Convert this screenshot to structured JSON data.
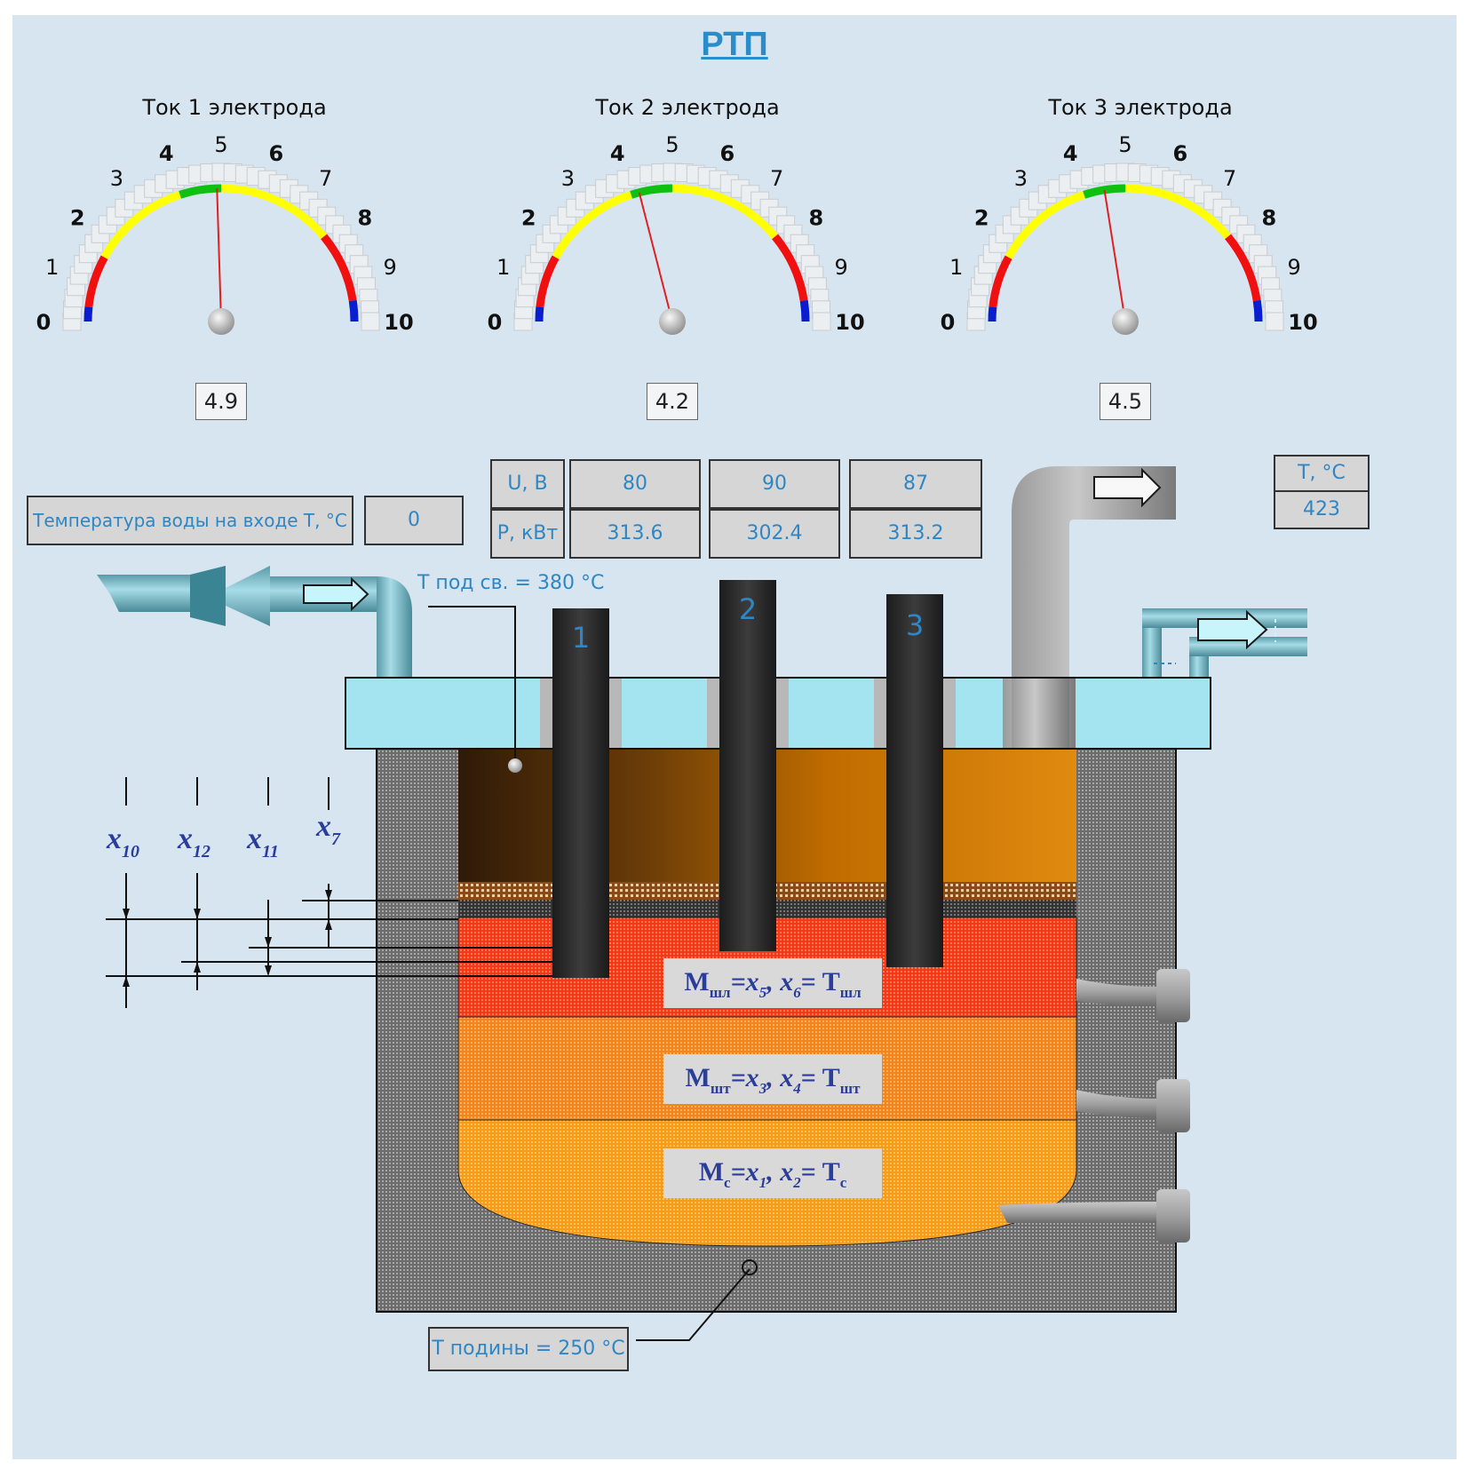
{
  "title": "РТП",
  "gauges": [
    {
      "title": "Ток 1 электрода",
      "value": "4.9",
      "reading": 4.9
    },
    {
      "title": "Ток 2 электрода",
      "value": "4.2",
      "reading": 4.2
    },
    {
      "title": "Ток 3 электрода",
      "value": "4.5",
      "reading": 4.5
    }
  ],
  "gauge_scale": {
    "min": 0,
    "max": 10,
    "ticks": [
      "0",
      "1",
      "2",
      "3",
      "4",
      "5",
      "6",
      "7",
      "8",
      "9",
      "10"
    ]
  },
  "water_temp": {
    "label": "Температура воды на входе T, °C",
    "value": "0"
  },
  "electrical_table": {
    "rows": [
      {
        "label": "U, В",
        "values": [
          "80",
          "90",
          "87"
        ]
      },
      {
        "label": "P, кВт",
        "values": [
          "313.6",
          "302.4",
          "313.2"
        ]
      }
    ]
  },
  "exhaust_temp": {
    "label": "T, °C",
    "value": "423"
  },
  "roof_temp_label": "T под св. = 380 °C",
  "hearth_temp_label": "T подины = 250 °C",
  "electrodes": [
    "1",
    "2",
    "3"
  ],
  "height_vars": [
    {
      "main": "x",
      "sub": "10"
    },
    {
      "main": "x",
      "sub": "12"
    },
    {
      "main": "x",
      "sub": "11"
    },
    {
      "main": "x",
      "sub": "7"
    }
  ],
  "layer_labels": [
    {
      "m": "M",
      "msub": "шл",
      "rest1": "=x",
      "s1": "5",
      "rest2": ", x",
      "s2": "6",
      "rest3": "= T",
      "s3": "шл"
    },
    {
      "m": "M",
      "msub": "шт",
      "rest1": "=x",
      "s1": "3",
      "rest2": ",  x",
      "s2": "4",
      "rest3": "= T",
      "s3": "шт"
    },
    {
      "m": "M",
      "msub": "с",
      "rest1": "=x",
      "s1": "1",
      "rest2": ",  x",
      "s2": "2",
      "rest3": "= T",
      "s3": "с"
    }
  ],
  "colors": {
    "background": "#d7e5f0",
    "accent": "#2f86c4",
    "gauge_blue": "#0a1ed0",
    "gauge_red": "#f01010",
    "gauge_yellow": "#ffff00",
    "gauge_green": "#10c010",
    "slag": "#f84020",
    "matte": "#f88a20",
    "metal": "#f8a020",
    "lining": "#7a7a7a",
    "cover": "#a4e4f0",
    "electrode": "#2e2e2e"
  }
}
